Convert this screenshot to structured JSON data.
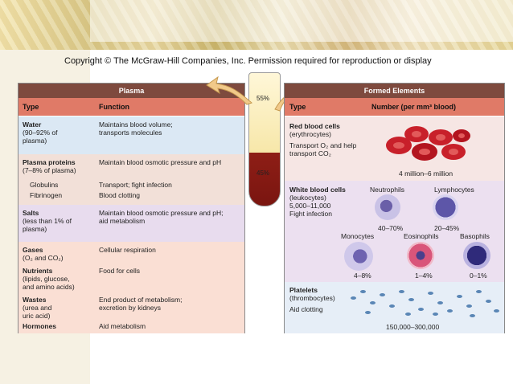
{
  "copyright": "Copyright © The McGraw-Hill Companies, Inc. Permission required for reproduction or display",
  "plasma": {
    "title": "Plasma",
    "col_type": "Type",
    "col_function": "Function",
    "rows": [
      {
        "type_name": "Water",
        "type_detail": "(90–92% of\nplasma)",
        "function": "Maintains blood volume;\ntransports molecules"
      },
      {
        "type_name": "Plasma proteins",
        "type_detail": "(7–8% of plasma)",
        "function": "Maintain blood osmotic pressure and pH"
      },
      {
        "type_name": "",
        "type_detail": "Globulins",
        "function": "Transport; fight infection"
      },
      {
        "type_name": "",
        "type_detail": "Fibrinogen",
        "function": "Blood clotting"
      },
      {
        "type_name": "Salts",
        "type_detail": "(less than 1% of\nplasma)",
        "function": "Maintain blood osmotic pressure and pH;\naid metabolism"
      },
      {
        "type_name": "Gases",
        "type_detail": "(O₂ and CO₂)",
        "function": "Cellular respiration"
      },
      {
        "type_name": "Nutrients",
        "type_detail": "(lipids, glucose,\nand amino acids)",
        "function": "Food for cells"
      },
      {
        "type_name": "Wastes",
        "type_detail": "(urea and\nuric acid)",
        "function": "End product of metabolism;\nexcretion by kidneys"
      },
      {
        "type_name": "Hormones",
        "type_detail": "",
        "function": "Aid metabolism"
      }
    ]
  },
  "tube": {
    "top_pct": "55%",
    "bottom_pct": "45%"
  },
  "formed": {
    "title": "Formed Elements",
    "col_type": "Type",
    "col_number": "Number (per mm³ blood)",
    "rbc": {
      "name": "Red blood cells",
      "detail": "(erythrocytes)",
      "function": "Transport O₂ and help\ntransport CO₂",
      "count": "4 million–6 million"
    },
    "wbc": {
      "name": "White blood cells",
      "detail": "(leukocytes)",
      "count": "5,000–11,000",
      "function": "Fight infection",
      "types": [
        {
          "name": "Neutrophils",
          "pct": "40–70%"
        },
        {
          "name": "Lymphocytes",
          "pct": "20–45%"
        },
        {
          "name": "Monocytes",
          "pct": "4–8%"
        },
        {
          "name": "Eosinophils",
          "pct": "1–4%"
        },
        {
          "name": "Basophils",
          "pct": "0–1%"
        }
      ]
    },
    "platelets": {
      "name": "Platelets",
      "detail": "(thrombocytes)",
      "function": "Aid clotting",
      "count": "150,000–300,000"
    }
  },
  "colors": {
    "header": "#7e4a3e",
    "colheader": "#e07a67",
    "rbc": "#c8202a"
  }
}
